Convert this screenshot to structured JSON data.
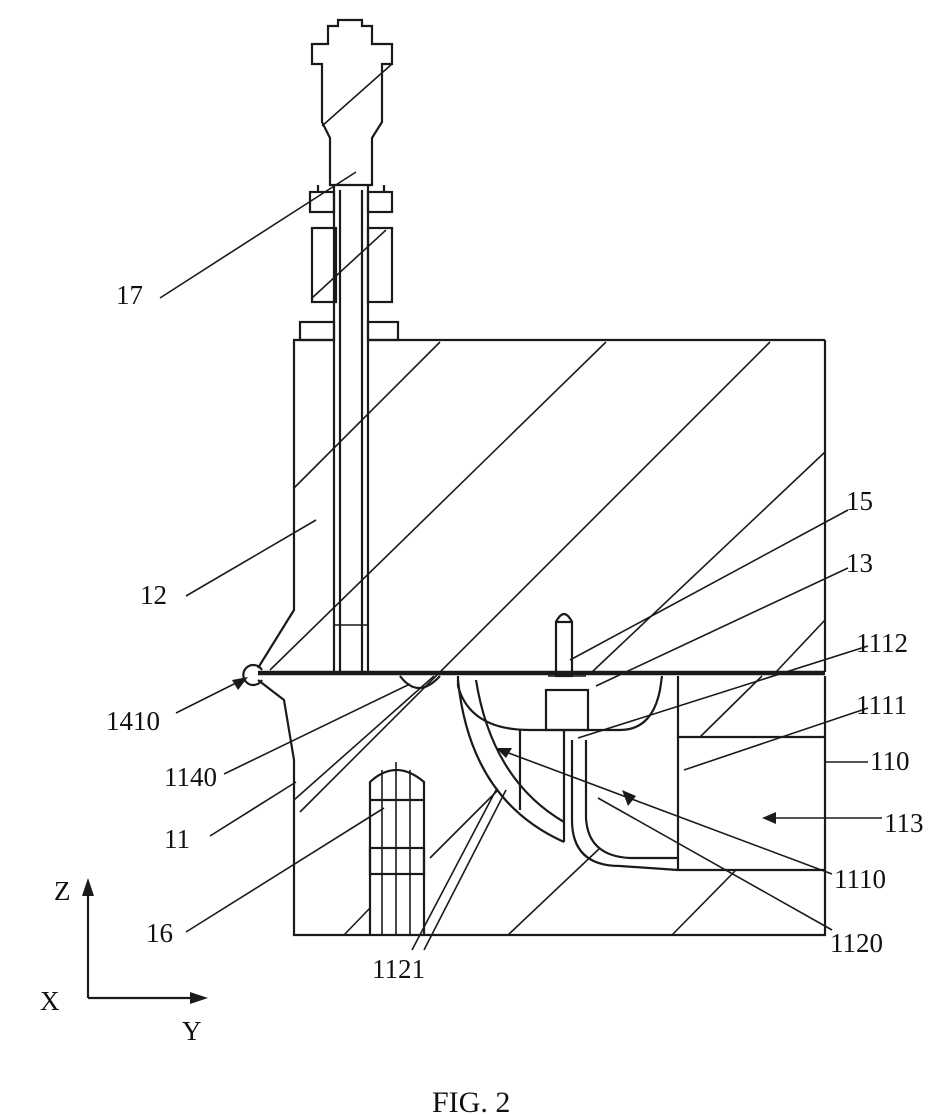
{
  "figure": {
    "caption": "FIG. 2",
    "axes": {
      "z": "Z",
      "x": "X",
      "y": "Y"
    },
    "labels": {
      "l17": "17",
      "l12": "12",
      "l15": "15",
      "l13": "13",
      "l1112": "1112",
      "l1111": "1111",
      "l110": "110",
      "l113": "113",
      "l1410": "1410",
      "l1140": "1140",
      "l11": "11",
      "l16": "16",
      "l1110": "1110",
      "l1120": "1120",
      "l1121": "1121"
    }
  }
}
